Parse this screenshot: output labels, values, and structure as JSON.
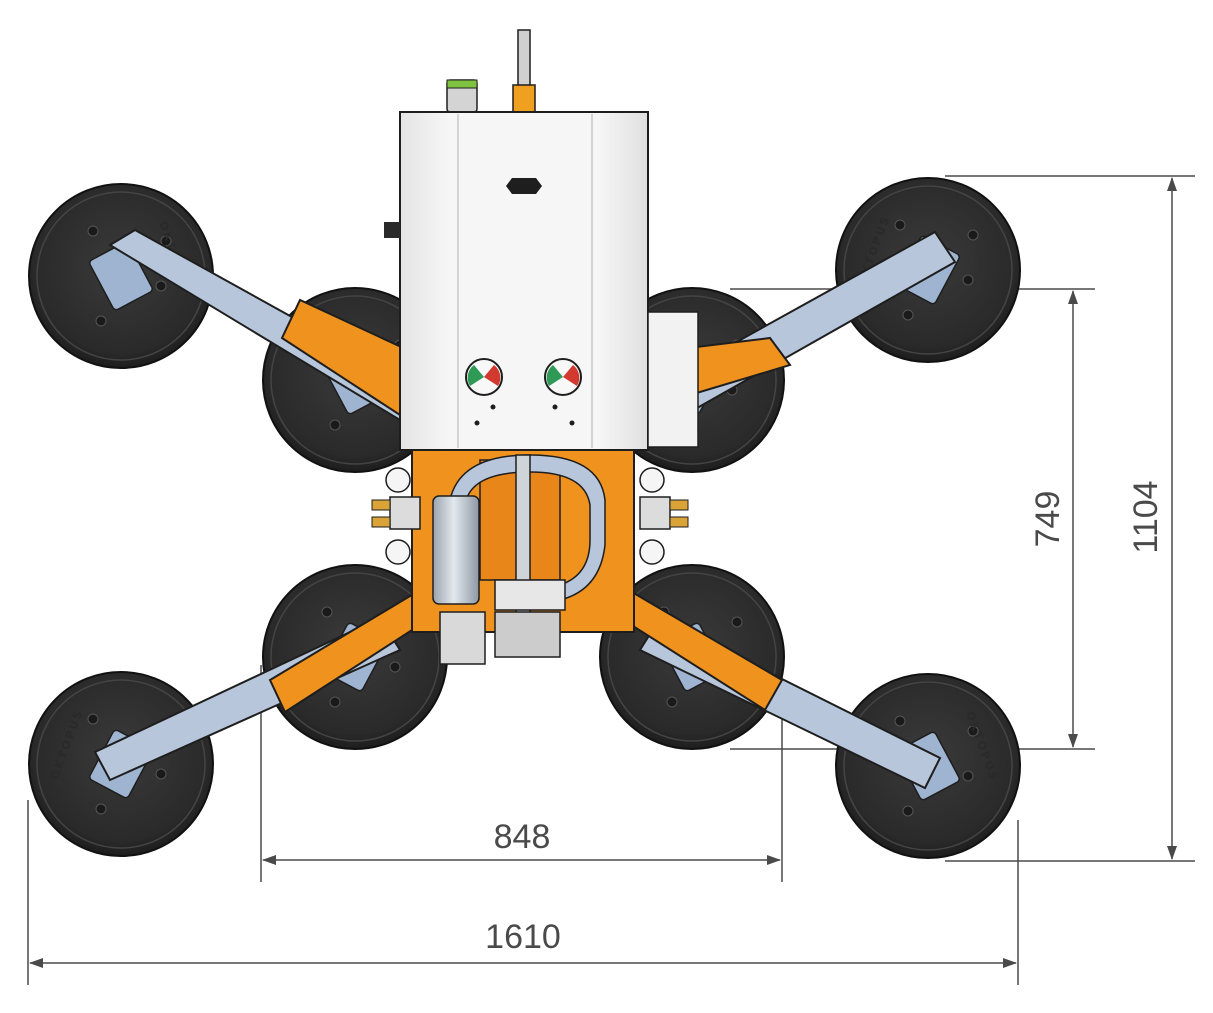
{
  "dimensions": {
    "overall_width": "1610",
    "inner_width": "848",
    "overall_height": "1104",
    "inner_height": "749"
  },
  "logo": {
    "brand": "OKTOPUS"
  },
  "colors": {
    "frame_orange": "#f0921e",
    "arm_blue": "#b7c6da",
    "pad_dark": "#2b2b2b",
    "housing_white": "#efefef",
    "dim_line": "#4a4a4a"
  }
}
